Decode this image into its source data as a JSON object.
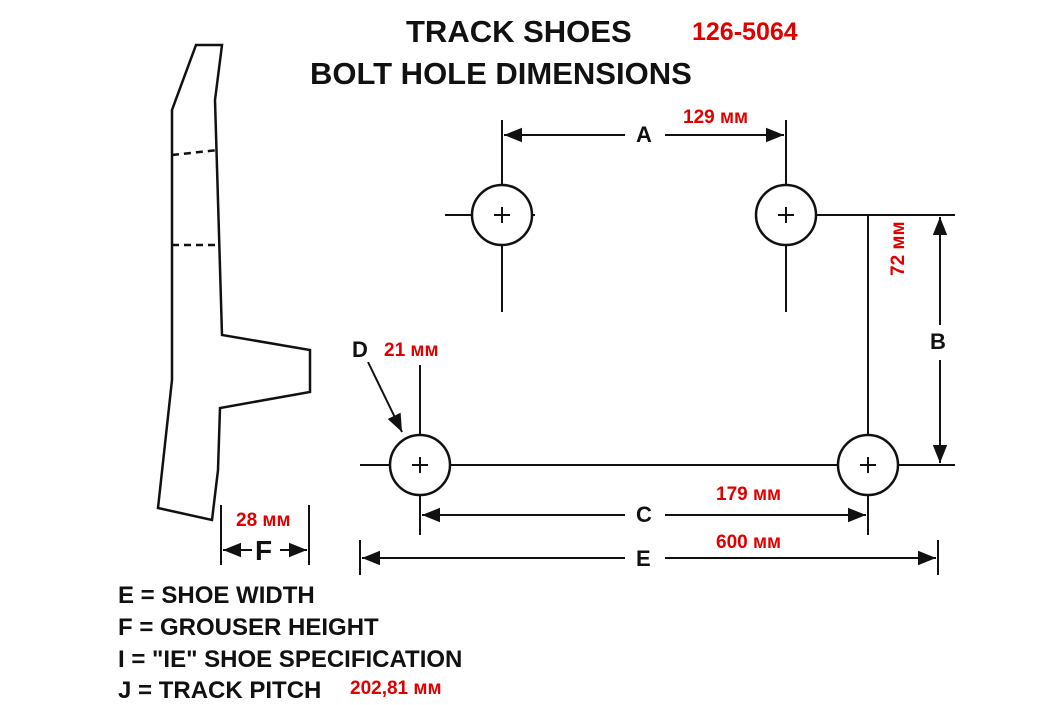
{
  "title": {
    "line1": "TRACK SHOES",
    "part_number": "126-5064",
    "line2": "BOLT HOLE DIMENSIONS"
  },
  "dimensions": {
    "A": {
      "letter": "A",
      "value": "129 мм"
    },
    "B": {
      "letter": "B",
      "value": "72 мм"
    },
    "C": {
      "letter": "C",
      "value": "179 мм"
    },
    "D": {
      "letter": "D",
      "value": "21 мм"
    },
    "E": {
      "letter": "E",
      "value": "600 мм"
    },
    "F": {
      "letter": "F",
      "value": "28 мм"
    }
  },
  "legend": [
    {
      "text": "E = SHOE WIDTH"
    },
    {
      "text": "F = GROUSER HEIGHT"
    },
    {
      "text": "I = \"IE\" SHOE SPECIFICATION"
    },
    {
      "text": "J = TRACK PITCH",
      "value": "202,81 мм"
    }
  ],
  "colors": {
    "ink": "#111111",
    "annotation": "#e00000"
  }
}
